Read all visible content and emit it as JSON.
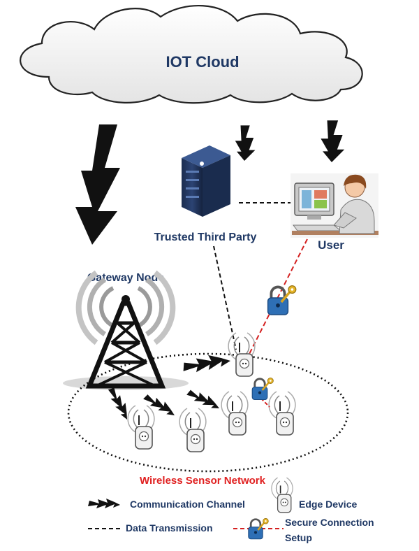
{
  "nodes": {
    "cloud": "IOT Cloud",
    "ttp": "Trusted Third Party",
    "user": "User",
    "gateway": "Gateway Node",
    "wsn": "Wireless Sensor Network"
  },
  "legend": {
    "communication": "Communication Channel",
    "data": "Data Transmission",
    "edge": "Edge Device",
    "secure_line1": "Secure Connection",
    "secure_line2": "Setup"
  },
  "colors": {
    "label_navy": "#1f3864",
    "wsn_red": "#e02020",
    "secure_line": "#d42020",
    "lock_blue": "#2e6fb5",
    "key_gold": "#d9a520"
  },
  "icons": {
    "cloud": "cloud-icon",
    "server": "server-icon",
    "user": "user-at-computer-icon",
    "tower": "radio-tower-icon",
    "edge": "edge-device-icon",
    "lock": "padlock-key-icon",
    "bolt": "lightning-bolt-icon"
  }
}
